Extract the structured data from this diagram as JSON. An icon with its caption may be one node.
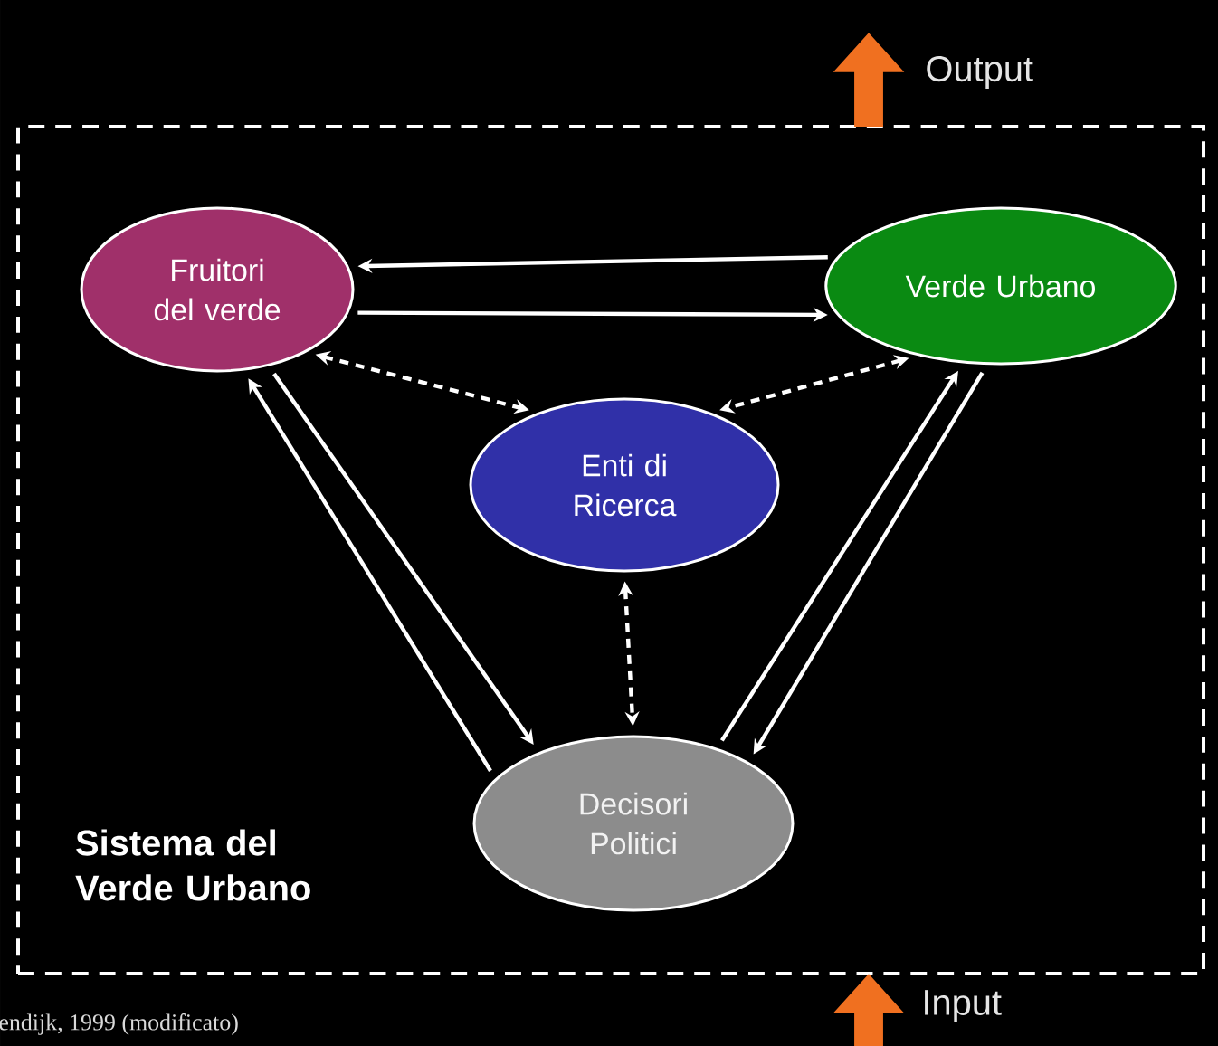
{
  "diagram": {
    "nodes": [
      {
        "text": [
          "Sistema del Verde Urbano"
        ]
      },
      {
        "text": [
          "Fruitori del verde"
        ],
        "in": 0
      },
      {
        "text": [
          "Verde Urbano"
        ],
        "in": 0
      },
      {
        "text": [
          "Enti di Ricerca"
        ],
        "in": 0
      },
      {
        "text": [
          "Decisori Politici"
        ],
        "in": 0
      }
    ],
    "edges": [
      {
        "from": 2,
        "to": 1,
        "arrow": "to"
      },
      {
        "from": 1,
        "to": 2,
        "arrow": "to"
      },
      {
        "from": 4,
        "to": 1,
        "arrow": "to"
      },
      {
        "from": 1,
        "to": 4,
        "arrow": "to"
      },
      {
        "from": 4,
        "to": 2,
        "arrow": "to"
      },
      {
        "from": 2,
        "to": 4,
        "arrow": "to"
      },
      {
        "from": 1,
        "to": 3,
        "arrow": "both",
        "style": "dashed"
      },
      {
        "from": 2,
        "to": 3,
        "arrow": "both",
        "style": "dashed"
      },
      {
        "from": 3,
        "to": 4,
        "arrow": "both",
        "style": "dashed"
      },
      {
        "from": 0,
        "to": null,
        "arrow": "to",
        "label": "Output",
        "style": "thick",
        "color": "#f07020"
      },
      {
        "from": null,
        "to": 0,
        "arrow": "to",
        "label": "Input",
        "style": "thick",
        "color": "#f07020"
      }
    ],
    "labels": [
      "endijk, 1999 (modificato)"
    ]
  }
}
